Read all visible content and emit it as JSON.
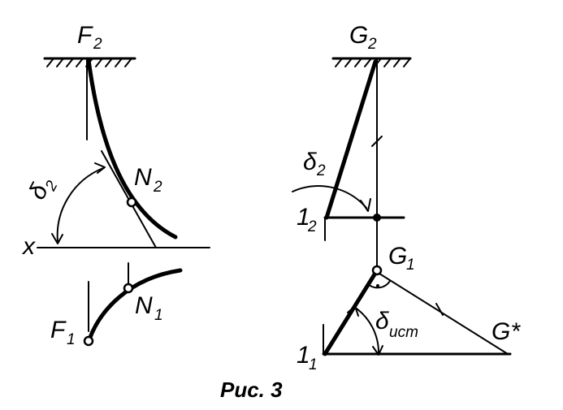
{
  "labels": {
    "f2_main": "F",
    "f2_sub": "2",
    "g2_main": "G",
    "g2_sub": "2",
    "delta2_left_main": "δ",
    "delta2_left_sub": "2",
    "n2_main": "N",
    "n2_sub": "2",
    "x_axis": "x",
    "n1_main": "N",
    "n1_sub": "1",
    "f1_main": "F",
    "f1_sub": "1",
    "delta2_right_main": "δ",
    "delta2_right_sub": "2",
    "p12_main": "1",
    "p12_sub": "2",
    "g1_main": "G",
    "g1_sub": "1",
    "delta_ist_main": "δ",
    "delta_ist_sub": "ист",
    "gstar": "G*",
    "p11_main": "1",
    "p11_sub": "1"
  },
  "caption": "Рис. 3"
}
